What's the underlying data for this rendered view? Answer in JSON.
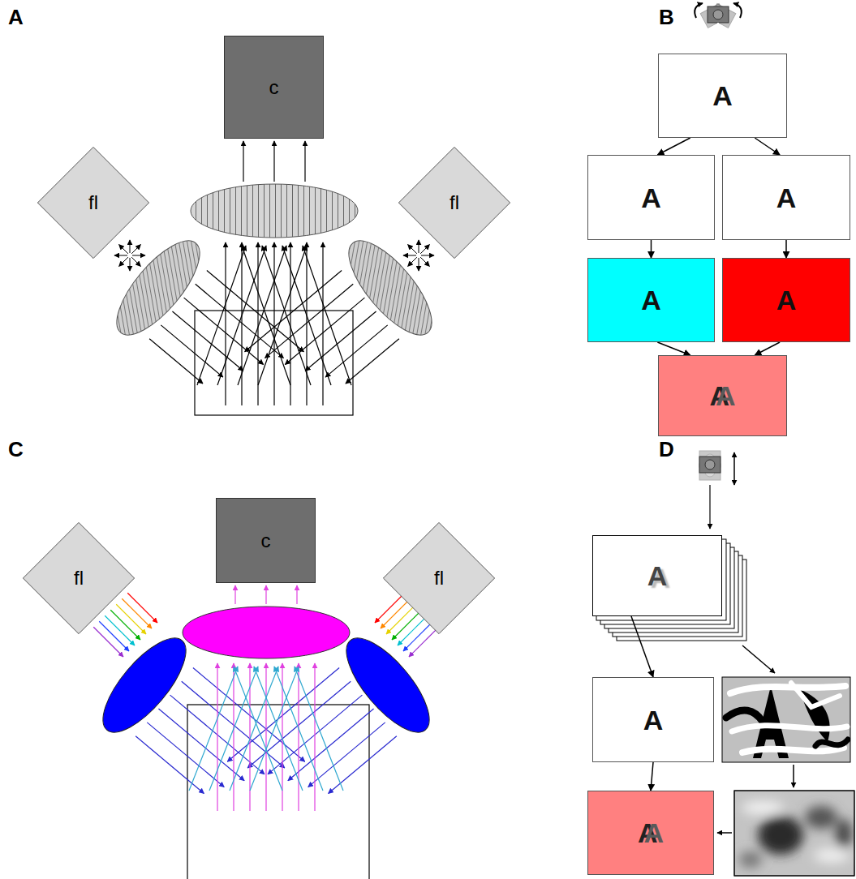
{
  "diagram": {
    "nodes": [
      {
        "text": [
          "c"
        ]
      },
      {
        "text": [
          "fl"
        ]
      },
      {
        "text": [
          "fl"
        ]
      },
      {
        "text": [
          "A"
        ]
      },
      {
        "text": [
          "A"
        ]
      },
      {
        "text": [
          "A"
        ]
      },
      {
        "text": [
          "A"
        ]
      },
      {
        "text": [
          "A"
        ]
      },
      {
        "text": [
          "A",
          "A"
        ]
      },
      {
        "text": [
          "c"
        ]
      },
      {
        "text": [
          "fl"
        ]
      },
      {
        "text": [
          "fl"
        ]
      },
      {
        "text": [
          "A"
        ]
      },
      {
        "text": [
          "A"
        ]
      },
      {
        "text": [
          "A",
          "A"
        ]
      }
    ],
    "edges": [
      {
        "from": 3,
        "to": 4,
        "arrow": "to"
      },
      {
        "from": 3,
        "to": 5,
        "arrow": "to"
      },
      {
        "from": 4,
        "to": 6,
        "arrow": "to"
      },
      {
        "from": 5,
        "to": 7,
        "arrow": "to"
      },
      {
        "from": 6,
        "to": 8,
        "arrow": "to"
      },
      {
        "from": 7,
        "to": 8,
        "arrow": "to"
      },
      {
        "from": 12,
        "to": 13,
        "arrow": "to"
      },
      {
        "from": 13,
        "to": 14,
        "arrow": "to"
      }
    ],
    "labels": [
      "A",
      "B",
      "C",
      "D"
    ]
  }
}
